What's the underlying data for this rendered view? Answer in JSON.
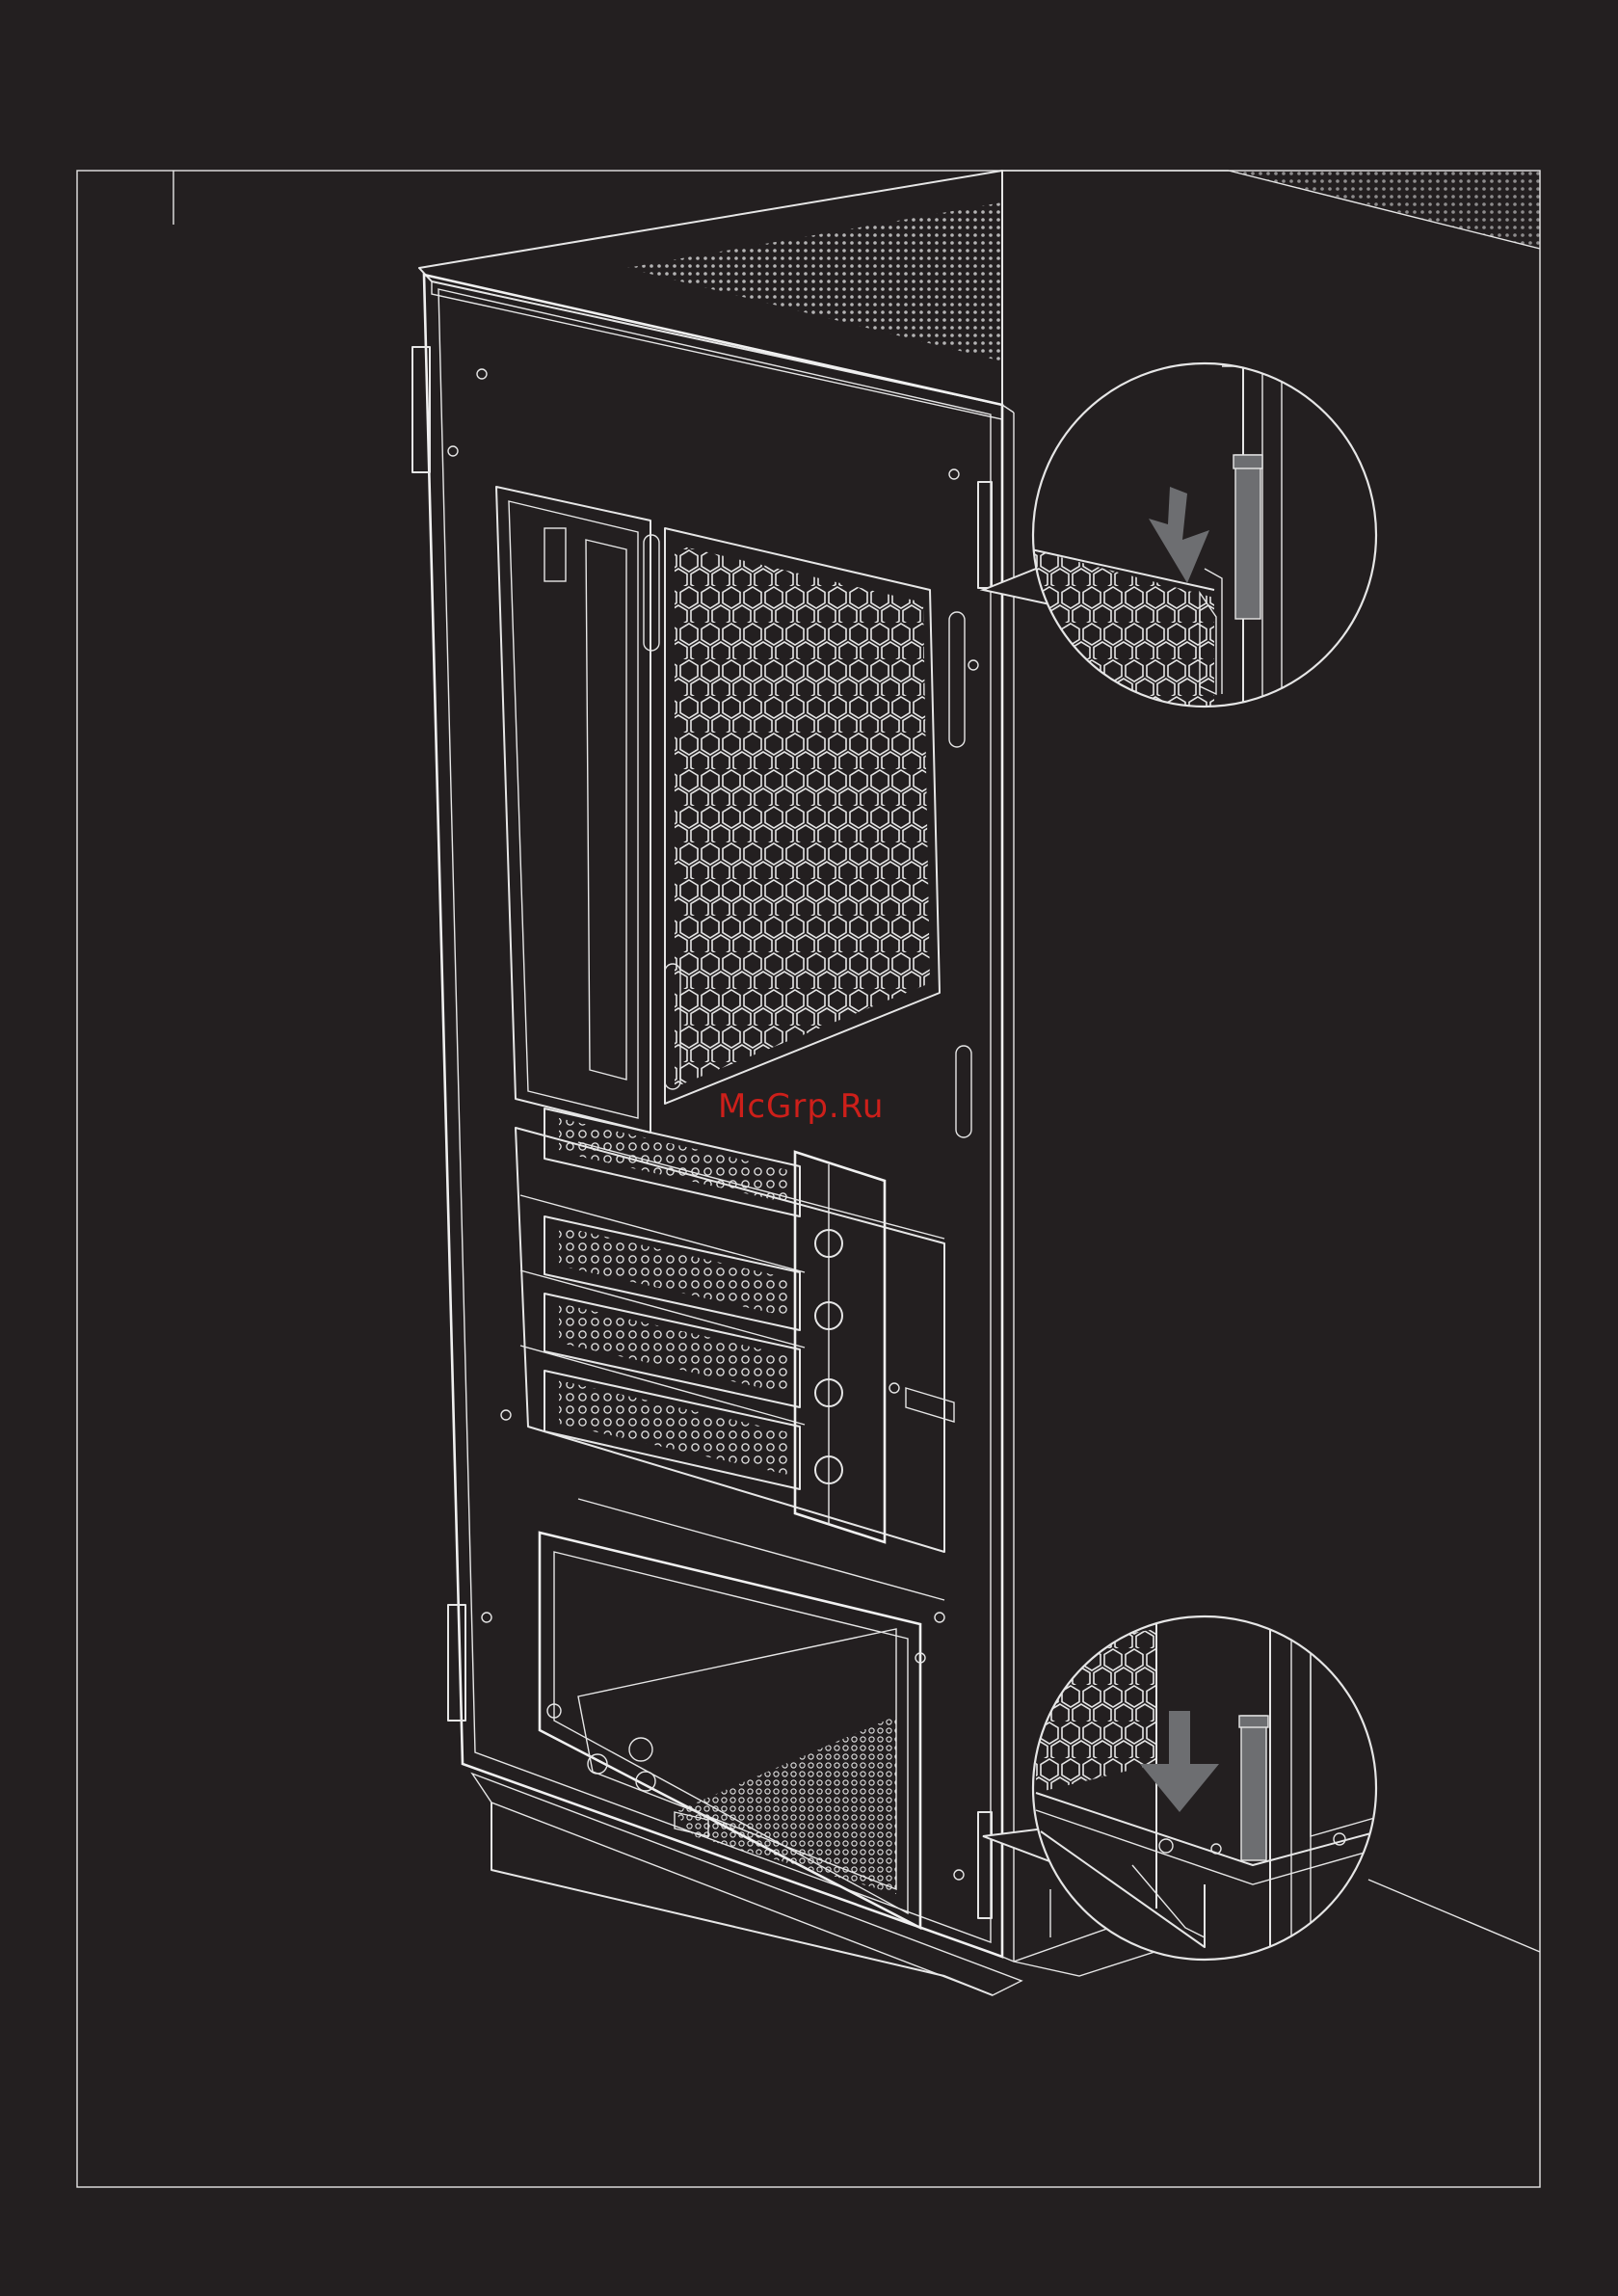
{
  "figure": {
    "watermark": "McGrp.Ru",
    "colors": {
      "background": "#231f20",
      "line": "#e6e6e6",
      "arrow": "#6d6e71",
      "watermark": "#e0201a"
    }
  },
  "callouts": [
    {
      "name": "top-hinge-detail",
      "arrow": "down-arrow-icon"
    },
    {
      "name": "bottom-hinge-detail",
      "arrow": "down-arrow-icon"
    }
  ]
}
